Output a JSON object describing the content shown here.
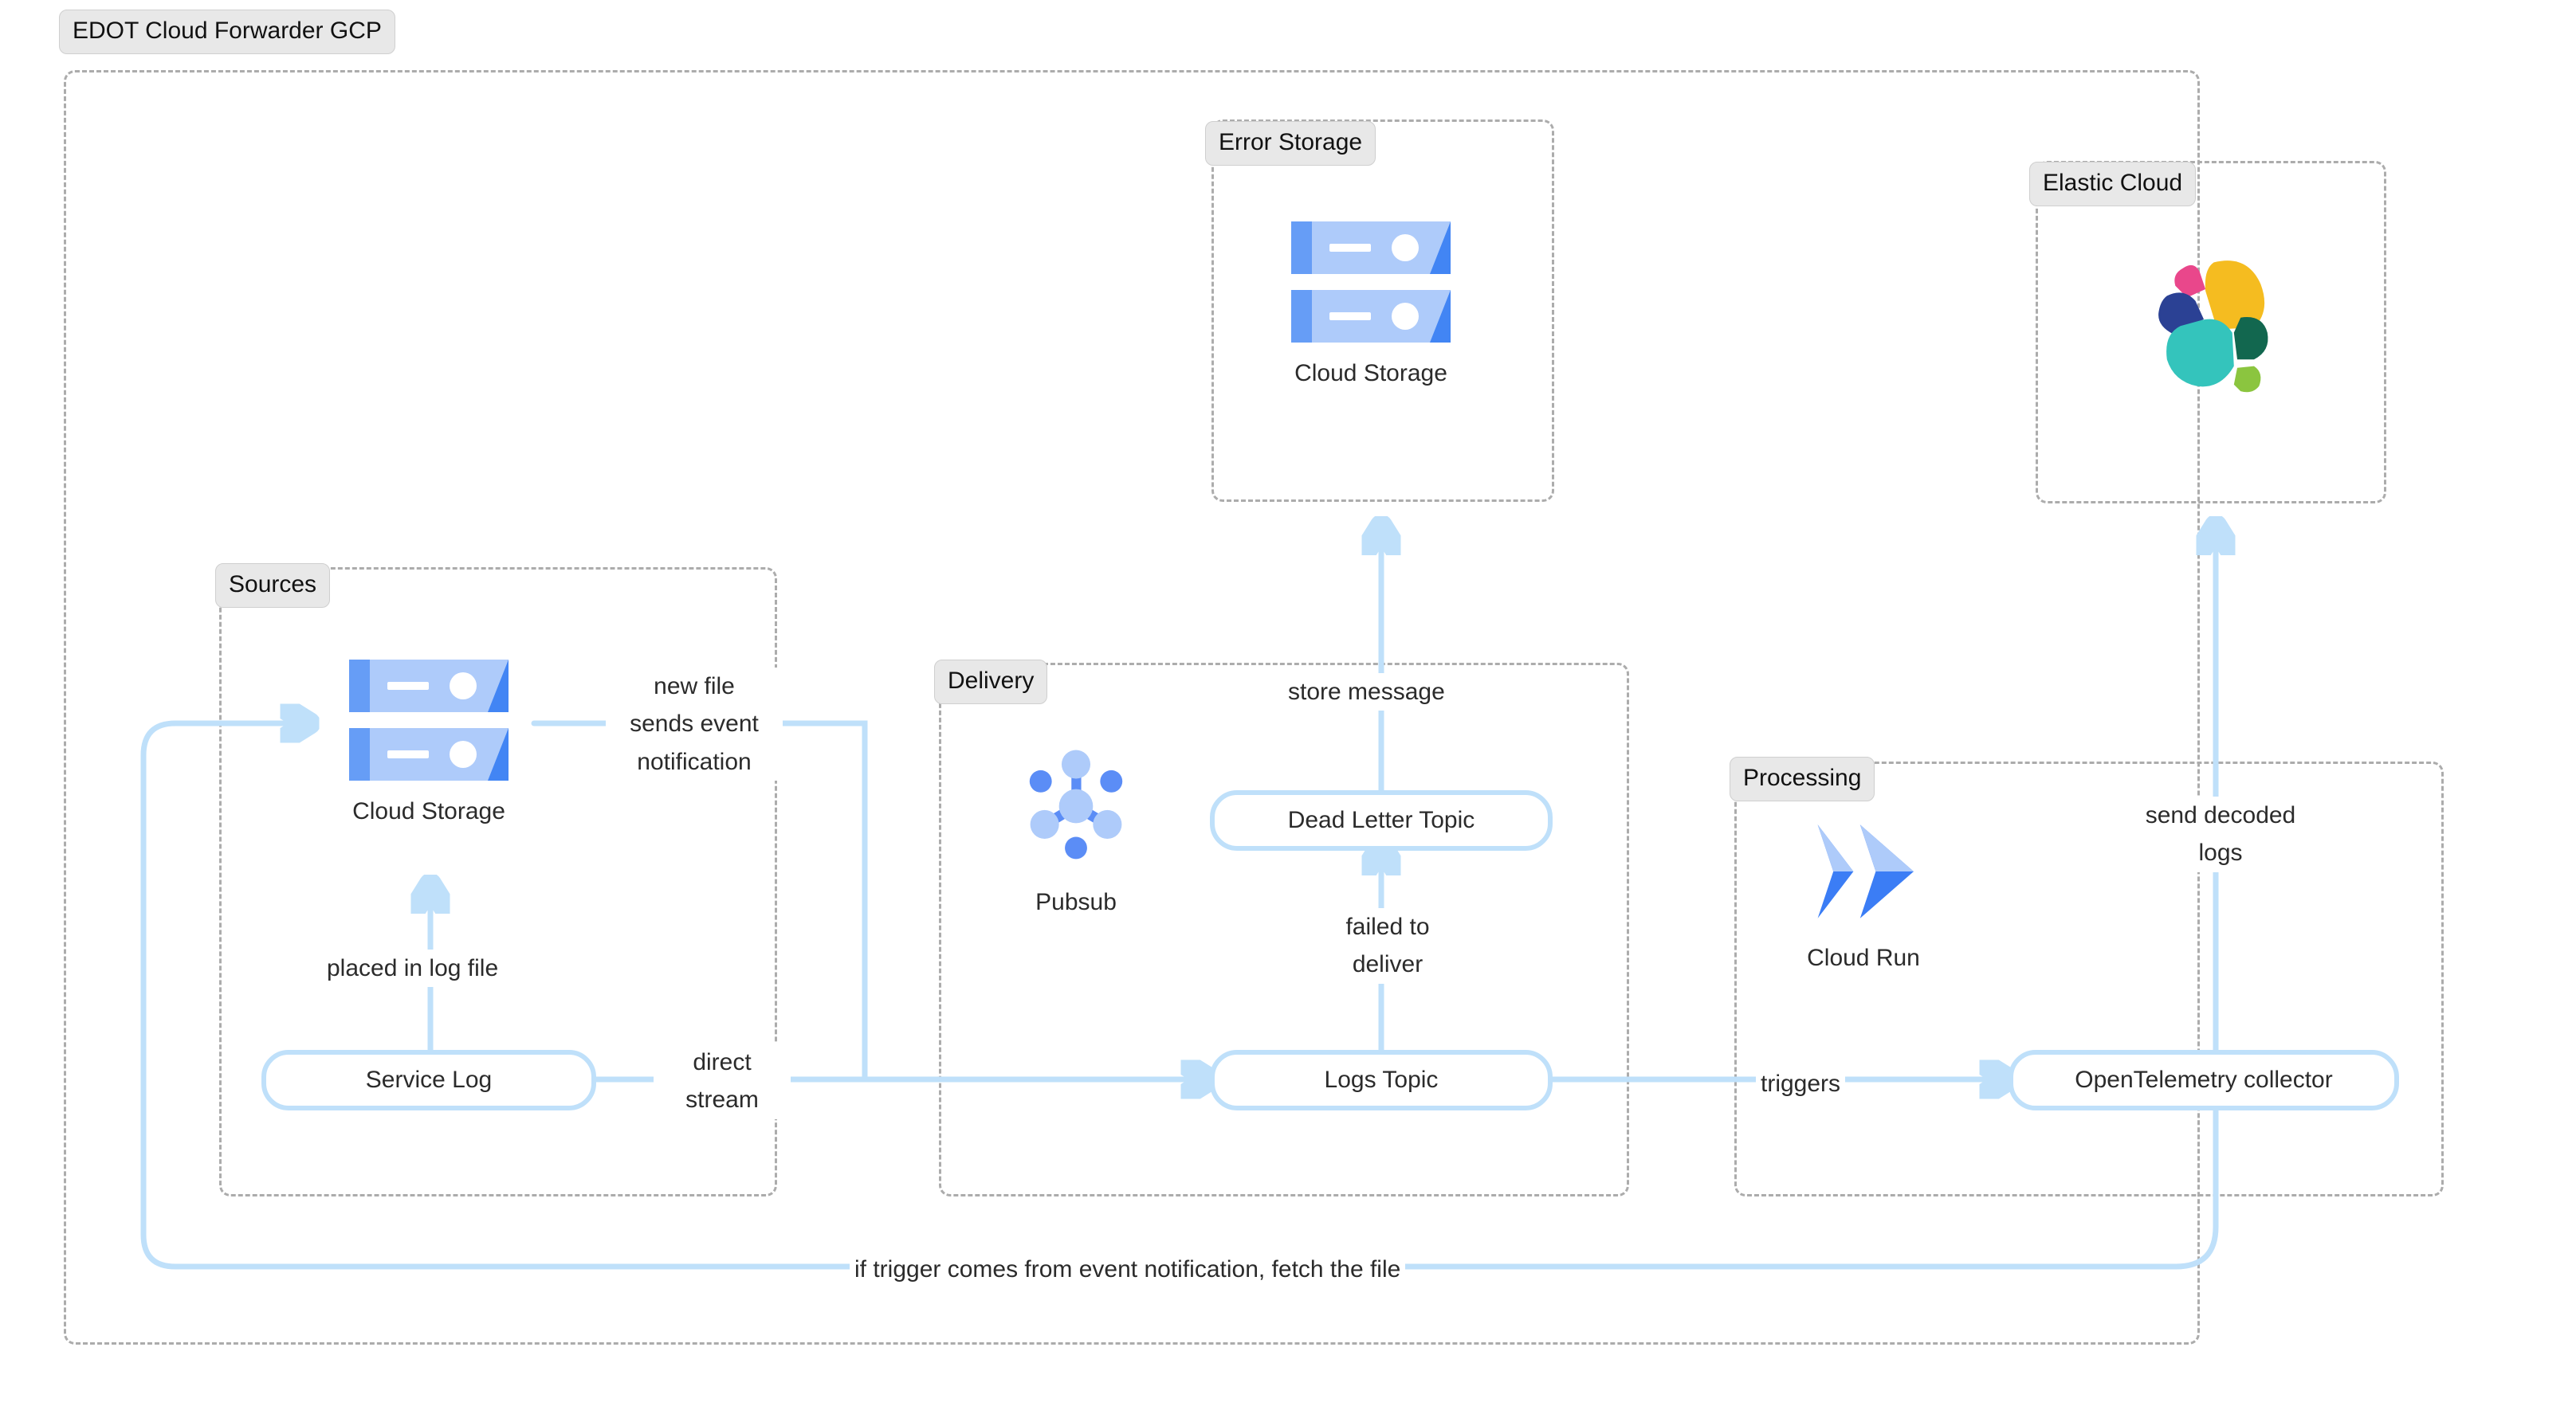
{
  "diagram": {
    "root_label": "EDOT Cloud Forwarder GCP",
    "groups": [
      {
        "id": "error-storage",
        "label": "Error Storage"
      },
      {
        "id": "elastic-cloud",
        "label": "Elastic Cloud"
      },
      {
        "id": "sources",
        "label": "Sources"
      },
      {
        "id": "delivery",
        "label": "Delivery"
      },
      {
        "id": "processing",
        "label": "Processing"
      }
    ],
    "icons": [
      {
        "id": "error-cloud-storage",
        "name": "cloud-storage-icon",
        "caption": "Cloud Storage"
      },
      {
        "id": "elastic-logo",
        "name": "elastic-logo-icon",
        "caption": ""
      },
      {
        "id": "sources-cloud-storage",
        "name": "cloud-storage-icon",
        "caption": "Cloud Storage"
      },
      {
        "id": "pubsub",
        "name": "pubsub-icon",
        "caption": "Pubsub"
      },
      {
        "id": "cloud-run",
        "name": "cloud-run-icon",
        "caption": "Cloud Run"
      }
    ],
    "nodes": [
      {
        "id": "service-log",
        "label": "Service Log"
      },
      {
        "id": "dead-letter",
        "label": "Dead Letter Topic"
      },
      {
        "id": "logs-topic",
        "label": "Logs Topic"
      },
      {
        "id": "otel",
        "label": "OpenTelemetry collector"
      }
    ],
    "edge_labels": [
      {
        "id": "new-file",
        "line1": "new file",
        "line2": "sends event",
        "line3": "notification"
      },
      {
        "id": "placed-in-log",
        "text": "placed in log file"
      },
      {
        "id": "direct-stream",
        "line1": "direct",
        "line2": "stream"
      },
      {
        "id": "store-message",
        "text": "store message"
      },
      {
        "id": "failed-deliver",
        "line1": "failed to",
        "line2": "deliver"
      },
      {
        "id": "triggers",
        "text": "triggers"
      },
      {
        "id": "send-decoded",
        "line1": "send decoded",
        "line2": "logs"
      },
      {
        "id": "fetch-file",
        "text": "if trigger comes from event notification, fetch the file"
      }
    ],
    "colors": {
      "edge": "#bfe0fa",
      "node_border": "#bfe0fa",
      "group_border": "#acacac",
      "group_label_bg": "#e8e8e8",
      "gcs_light": "#aecbfa",
      "gcs_dark": "#669df6",
      "gcs_wedge": "#4285f4",
      "pubsub_light": "#aecbfa",
      "pubsub_mid": "#5b8df6",
      "cloudrun_light": "#aecbfa",
      "cloudrun_dark": "#3b7df5",
      "elastic_pink": "#e9478b",
      "elastic_yellow": "#f5bc20",
      "elastic_navy": "#2b4194",
      "elastic_teal": "#34c4bc",
      "elastic_darkgreen": "#12674f",
      "elastic_lightgreen": "#8bc53f",
      "text": "#2b2b2b"
    }
  }
}
